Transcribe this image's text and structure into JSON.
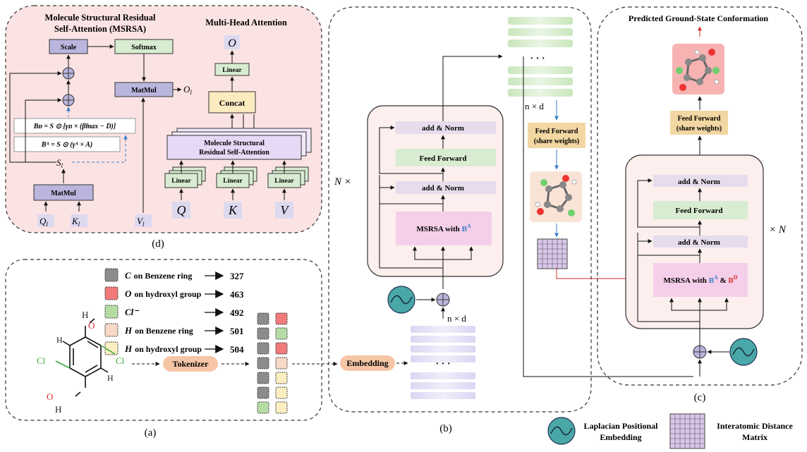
{
  "panel_d": {
    "msrsa_title_1": "Molecule Structural Residual",
    "msrsa_title_2": "Self-Attention (MSRSA)",
    "mha_title": "Multi-Head Attention",
    "scale": "Scale",
    "softmax": "Softmax",
    "matmul_top": "MatMul",
    "matmul_bottom": "MatMul",
    "o_l": "O",
    "o_l_sub": "l",
    "s_l": "S",
    "s_l_sub": "l",
    "q_l": "Q",
    "k_l": "K",
    "v_l": "V",
    "sub_l": "l",
    "formula_bd": "Bᴅ = S ⊙ [γᴅ × (β̃max − D)]",
    "formula_ba": "Bᴬ = S ⊙ (γᴬ × A)",
    "out_o": "O",
    "linear_out": "Linear",
    "concat": "Concat",
    "msrsa_box_1": "Molecule Structural",
    "msrsa_box_2": "Residual Self-Attention",
    "linear_q": "Linear",
    "linear_k": "Linear",
    "linear_v": "Linear",
    "in_q": "Q",
    "in_k": "K",
    "in_v": "V",
    "caption": "(d)"
  },
  "panel_a": {
    "legend": [
      {
        "name": "C",
        "desc": "on Benzene ring",
        "value": "327",
        "color": "#8c8c8c"
      },
      {
        "name": "O",
        "desc": "on hydroxyl group",
        "value": "463",
        "color": "#f27a7a"
      },
      {
        "name": "Cl⁻",
        "desc": "",
        "value": "492",
        "color": "#b6dca6"
      },
      {
        "name": "H",
        "desc": "on Benzene ring",
        "value": "501",
        "color": "#f8d9c6"
      },
      {
        "name": "H",
        "desc": "on hydroxyl group",
        "value": "504",
        "color": "#fbeec0"
      }
    ],
    "tokenizer": "Tokenizer",
    "embedding": "Embedding",
    "atom_cl_left": "Cl",
    "atom_cl_right": "Cl",
    "atom_o_top": "O",
    "atom_o_bottom": "O",
    "atom_h": "H",
    "caption": "(a)"
  },
  "panel_b": {
    "n_times": "N ×",
    "add_norm_top": "add & Norm",
    "feed_forward": "Feed Forward",
    "add_norm_bottom": "add & Norm",
    "msrsa_with": "MSRSA with ",
    "b_a": "B",
    "b_a_sup": "A",
    "nxd_bottom": "n × d",
    "nxd_top": "n × d",
    "ellipsis": "·  ·  ·",
    "ff_share_1": "Feed Forward",
    "ff_share_2": "(share weights)",
    "caption": "(b)"
  },
  "panel_c": {
    "title": "Predicted Ground-State Conformation",
    "ff_share_1": "Feed Forward",
    "ff_share_2": "(share weights)",
    "add_norm_top": "add & Norm",
    "feed_forward": "Feed Forward",
    "add_norm_bottom": "add & Norm",
    "msrsa_with": "MSRSA with ",
    "b_a": "B",
    "b_a_sup": "A",
    "amp": " & ",
    "b_d": "B",
    "b_d_sup": "D",
    "times_n": "× N",
    "caption": "(c)"
  },
  "legend_bottom": {
    "lpe_1": "Laplacian Positional",
    "lpe_2": "Embedding",
    "idm_1": "Interatomic Distance",
    "idm_2": "Matrix"
  },
  "colors": {
    "panel_d_bg": "#fce3e3",
    "lavender_box": "#b9b5dd",
    "green_box": "#d7ecd0",
    "concat": "#fdebc0",
    "msrsa_pink": "#f5cfe9",
    "add_norm": "#e6dcec",
    "ff_gold": "#f2d7a2",
    "tokenizer": "#f5c5a6",
    "encoder_bg": "#fcefee",
    "arrow_red": "#d62b2b",
    "arrow_blue": "#3a7dc8",
    "teal": "#4aa7a7"
  }
}
